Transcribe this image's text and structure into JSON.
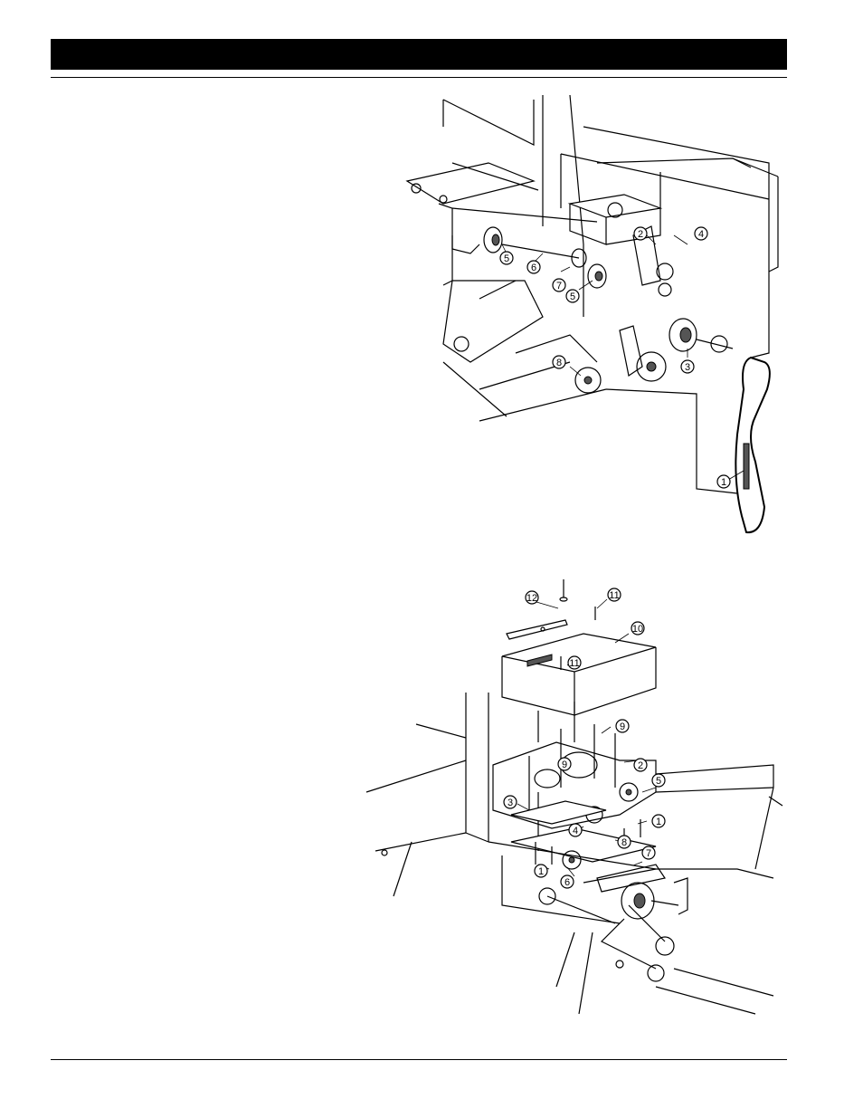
{
  "header": {
    "title": ""
  },
  "figure_top": {
    "callouts": [
      "1",
      "2",
      "3",
      "4",
      "5",
      "5",
      "6",
      "7",
      "8"
    ]
  },
  "figure_bottom": {
    "callouts": [
      "1",
      "1",
      "2",
      "3",
      "4",
      "5",
      "6",
      "7",
      "8",
      "9",
      "9",
      "10",
      "11",
      "11",
      "12"
    ]
  },
  "colors": {
    "ink": "#000000",
    "paper": "#ffffff"
  }
}
